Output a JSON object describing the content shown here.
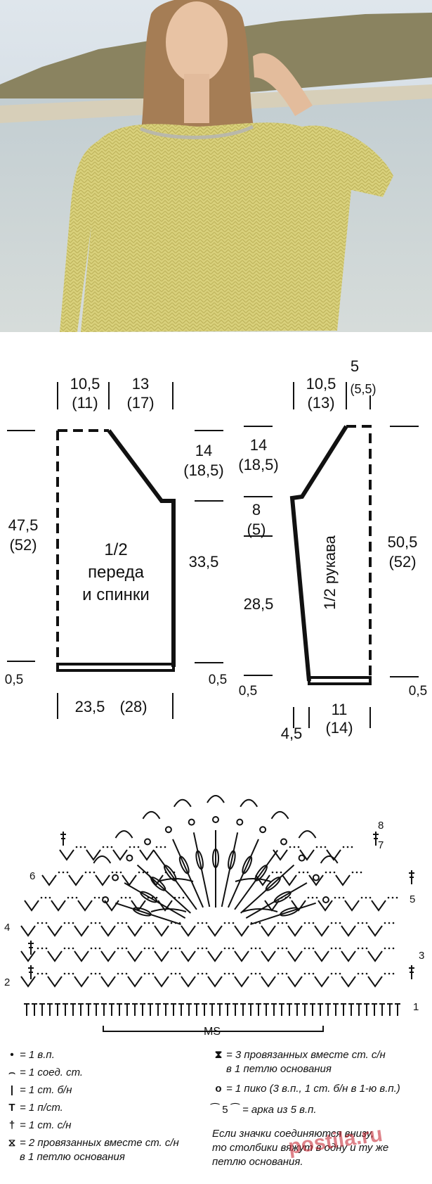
{
  "photo": {
    "sky_color": "#cdd8e2",
    "sea_color": "#b9c7cc",
    "sweater_color": "#d8d07a",
    "hair_color": "#a8805a",
    "skin_color": "#e7c2a4"
  },
  "front_back": {
    "label_line1": "1/2",
    "label_line2": "переда",
    "label_line3": "и спинки",
    "top_left_width": "10,5",
    "top_left_width_alt": "(11)",
    "top_right_width": "13",
    "top_right_width_alt": "(17)",
    "armhole_height": "14",
    "armhole_height_alt": "(18,5)",
    "total_height": "47,5",
    "total_height_alt": "(52)",
    "side_height": "33,5",
    "hem_left": "0,5",
    "hem_right": "0,5",
    "bottom_width": "23,5",
    "bottom_width_alt": "(28)"
  },
  "sleeve": {
    "label": "1/2 рукава",
    "top_left_width": "10,5",
    "top_left_width_alt": "(13)",
    "top_right_width": "5",
    "top_right_width_alt": "(5,5)",
    "cap_height": "14",
    "cap_height_alt": "(18,5)",
    "mid_height": "8",
    "mid_height_alt": "(5)",
    "lower_height": "28,5",
    "total_height": "50,5",
    "total_height_alt": "(52)",
    "hem_left": "0,5",
    "hem_right": "0,5",
    "offset": "4,5",
    "bottom_width": "11",
    "bottom_width_alt": "(14)"
  },
  "chart": {
    "row_numbers": [
      "1",
      "2",
      "3",
      "4",
      "5",
      "6",
      "7",
      "8"
    ],
    "repeat_label": "MS",
    "arc_label": "5"
  },
  "legend": {
    "ch": "= 1 в.п.",
    "sl_st": "= 1 соед. ст.",
    "sc": "= 1 ст. б/н",
    "hdc": "= 1 п/ст.",
    "dc": "= 1 ст. с/н",
    "dc2tog_line1": "= 2 провязанных вместе ст. с/н",
    "dc2tog_line2": "в 1 петлю основания",
    "dc3tog_line1": "= 3 провязанных вместе ст. с/н",
    "dc3tog_line2": "в 1 петлю основания",
    "picot": "= 1 пико (3 в.п., 1 ст. б/н в 1-ю в.п.)",
    "arc": "= арка из 5 в.п.",
    "note_line1": "Если значки соединяются внизу,",
    "note_line2": "то столбики вяжут в одну и ту же",
    "note_line3": "петлю основания."
  },
  "watermark": "postila.ru"
}
